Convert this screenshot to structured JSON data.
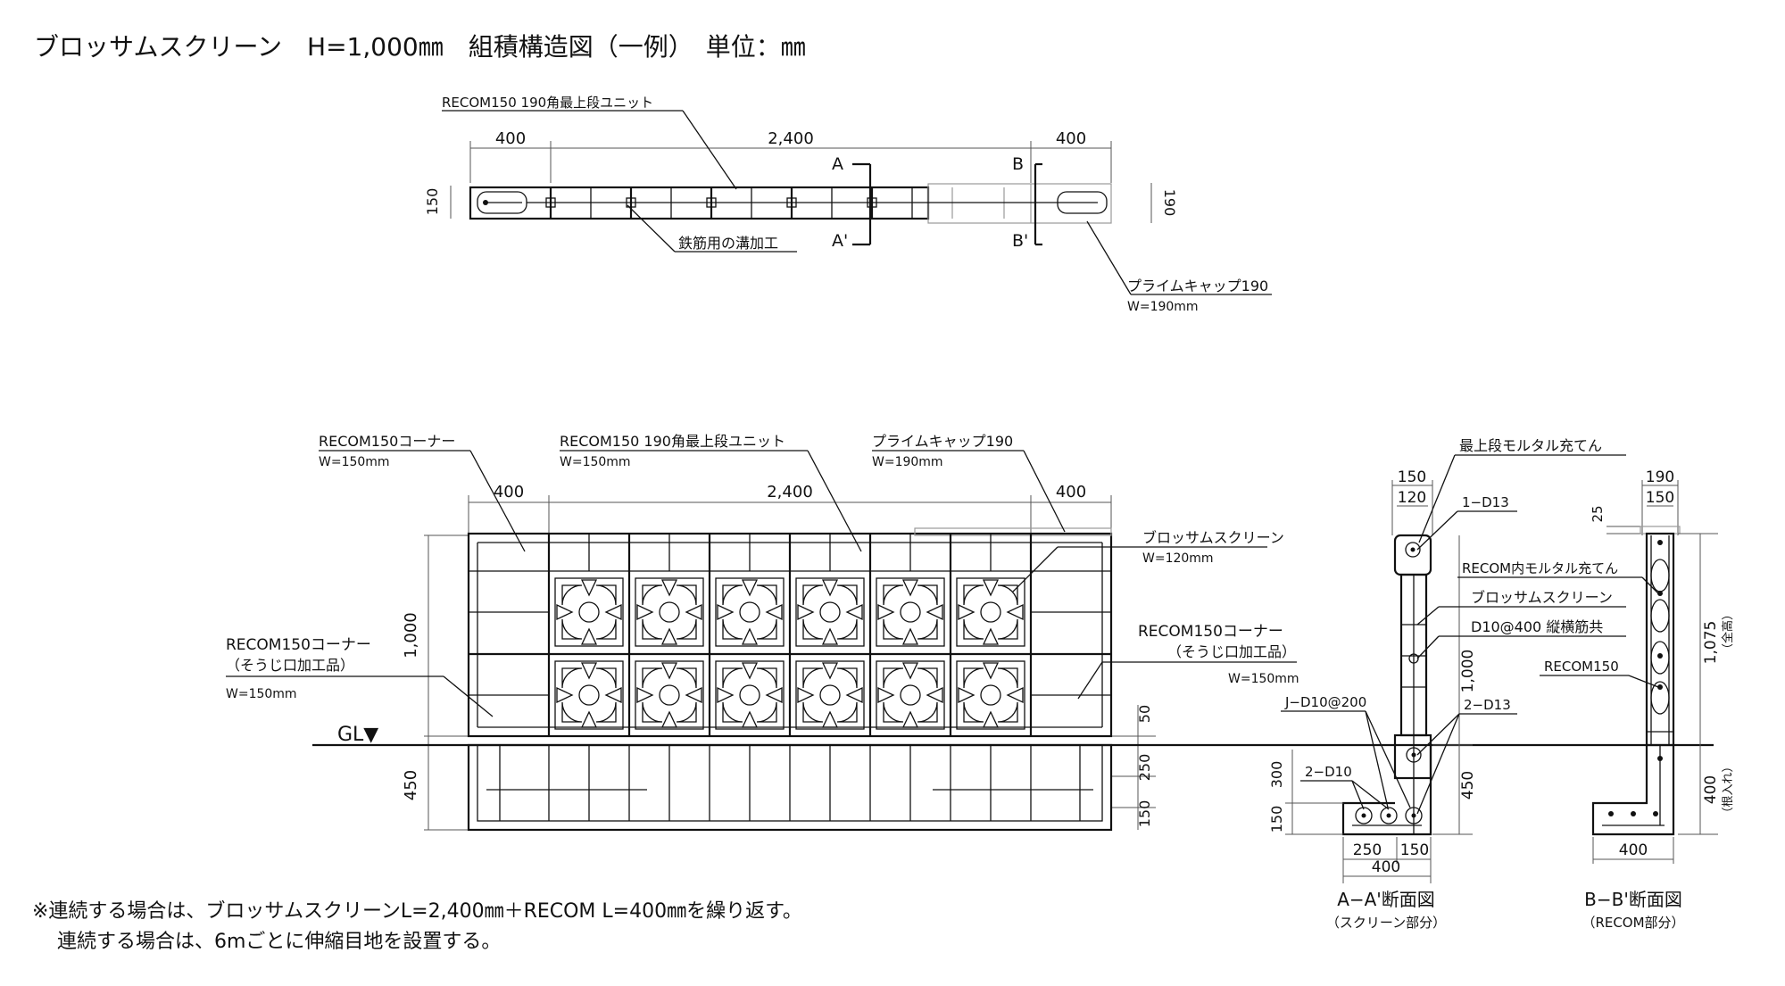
{
  "title": "ブロッサムスクリーン　H=1,000㎜　組積構造図（一例）　単位：㎜",
  "plan": {
    "label_top_unit": "RECOM150 190角最上段ユニット",
    "dim_left": "400",
    "dim_mid": "2,400",
    "dim_right": "400",
    "dim_h_left": "150",
    "dim_h_right": "190",
    "section_a": "A",
    "section_a2": "A'",
    "section_b": "B",
    "section_b2": "B'",
    "groove_label": "鉄筋用の溝加工",
    "cap_label": "プライムキャップ190",
    "cap_width": "W=190mm"
  },
  "elevation": {
    "corner_label": "RECOM150コーナー",
    "corner_w": "W=150mm",
    "top_unit_label": "RECOM150 190角最上段ユニット",
    "top_unit_w": "W=150mm",
    "cap_label": "プライムキャップ190",
    "cap_w": "W=190mm",
    "screen_label": "ブロッサムスクリーン",
    "screen_w": "W=120mm",
    "corner2_label": "RECOM150コーナー",
    "corner2_sub": "（そうじ口加工品）",
    "corner2_w": "W=150mm",
    "corner3_label": "RECOM150コーナー",
    "corner3_sub": "（そうじ口加工品）",
    "corner3_w": "W=150mm",
    "dim_left": "400",
    "dim_mid": "2,400",
    "dim_right": "400",
    "dim_height": "1,000",
    "dim_below": "450",
    "dim_r50": "50",
    "dim_r250": "250",
    "dim_r150": "150",
    "gl": "GL▼"
  },
  "section_aa": {
    "title": "A−A'断面図",
    "subtitle": "（スクリーン部分）",
    "top_fill": "最上段モルタル充てん",
    "d150": "150",
    "d120": "120",
    "r1": "1−D13",
    "screen": "ブロッサムスクリーン",
    "rebar": "D10@400 縦横筋共",
    "hook": "J−D10@200",
    "r2": "2−D13",
    "r3": "2−D10",
    "h1000": "1,000",
    "h450": "450",
    "h300": "300",
    "h150": "150",
    "w250": "250",
    "w150": "150",
    "w400": "400"
  },
  "section_bb": {
    "title": "B−B'断面図",
    "subtitle": "（RECOM部分）",
    "d190": "190",
    "d150": "150",
    "d25": "25",
    "inner": "RECOM内モルタル充てん",
    "recom": "RECOM150",
    "h1075": "1,075",
    "h1075_note": "（全高）",
    "h400": "400",
    "h400_note": "（根入れ）",
    "w400": "400"
  },
  "notes": [
    "※連続する場合は、ブロッサムスクリーンL=2,400㎜＋RECOM L=400㎜を繰り返す。",
    "連続する場合は、6mごとに伸縮目地を設置する。"
  ]
}
